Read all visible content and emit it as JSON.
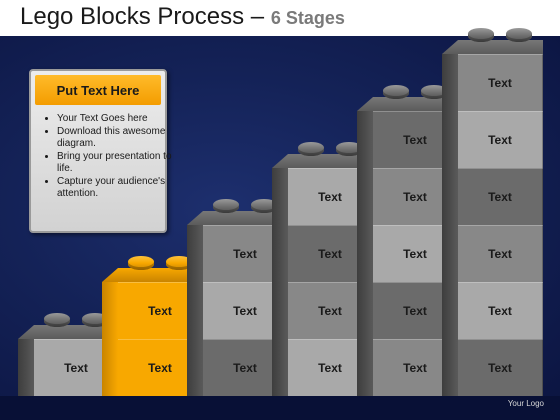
{
  "title": {
    "main": "Lego Blocks Process",
    "dash": "–",
    "sub": "6 Stages"
  },
  "info_box": {
    "heading": "Put Text Here",
    "bullets": [
      "Your Text Goes here",
      "Download this awesome diagram.",
      "Bring your presentation to life.",
      "Capture your audience's attention."
    ]
  },
  "block_label": "Text",
  "columns": [
    {
      "stage": 1,
      "height": 1,
      "highlight": false
    },
    {
      "stage": 2,
      "height": 2,
      "highlight": true
    },
    {
      "stage": 3,
      "height": 3,
      "highlight": false
    },
    {
      "stage": 4,
      "height": 4,
      "highlight": false
    },
    {
      "stage": 5,
      "height": 5,
      "highlight": false
    },
    {
      "stage": 6,
      "height": 6,
      "highlight": false
    }
  ],
  "colors": {
    "gray_dark": "#6b6b6b",
    "gray_mid": "#888888",
    "gray_light": "#a9a9a9",
    "orange": "#f8a800",
    "orange_dark": "#c98400",
    "background": "#142257"
  },
  "logo": "Your Logo"
}
